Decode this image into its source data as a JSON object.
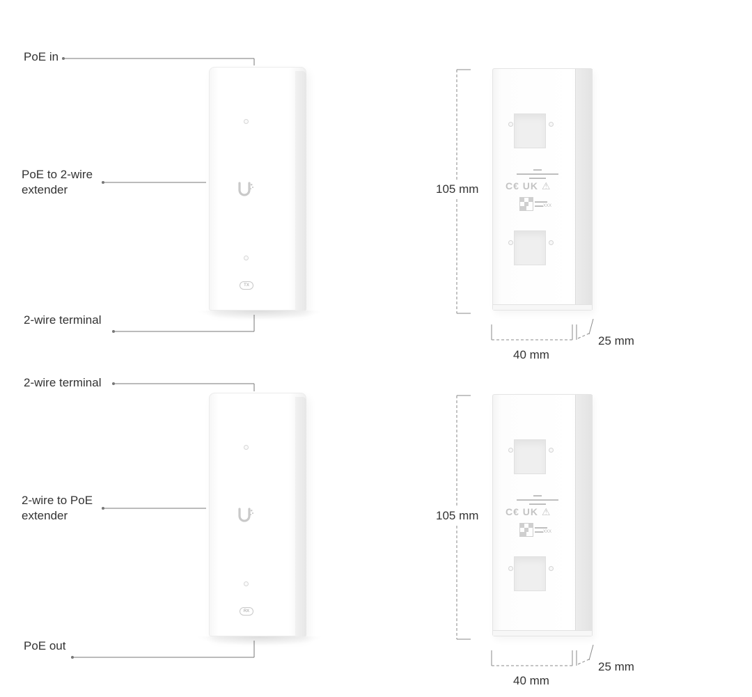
{
  "top": {
    "labels": {
      "poe_in": "PoE in",
      "extender_line1": "PoE to 2-wire",
      "extender_line2": "extender",
      "terminal": "2-wire terminal"
    },
    "badge": "TX",
    "dimensions": {
      "height": "105 mm",
      "width": "40 mm",
      "depth": "25 mm"
    }
  },
  "bottom": {
    "labels": {
      "terminal": "2-wire terminal",
      "extender_line1": "2-wire to PoE",
      "extender_line2": "extender",
      "poe_out": "PoE out"
    },
    "badge": "RX",
    "dimensions": {
      "height": "105 mm",
      "width": "40 mm",
      "depth": "25 mm"
    }
  },
  "colors": {
    "leader_line": "#777777",
    "dimension_line": "#8a8a8a",
    "device_white": "#ffffff"
  },
  "icons": {
    "brand_logo": "u-logo-icon",
    "cert_marks": "ce-ukca-icons",
    "qr_code": "qr-code-icon"
  }
}
